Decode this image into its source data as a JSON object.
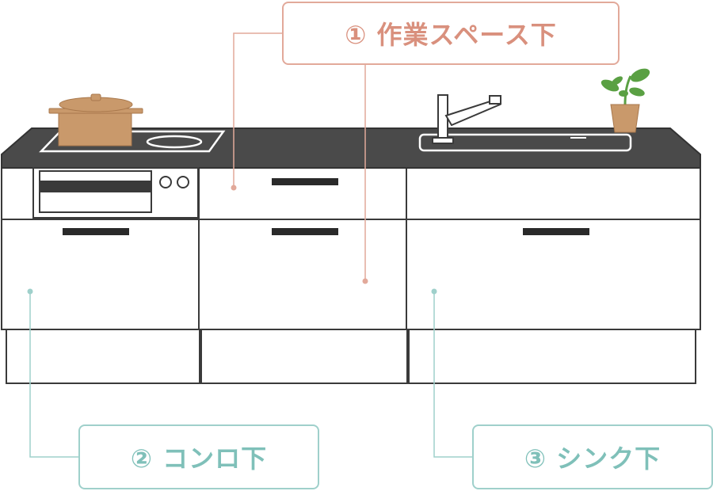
{
  "labels": {
    "work_space": "① 作業スペース下",
    "stove": "② コンロ下",
    "sink": "③ シンク下"
  },
  "colors": {
    "coral": "#e2a99a",
    "teal": "#9fd0cb",
    "countertop": "#4a4a4a",
    "outline": "#3a3a3a",
    "pot": "#c9996b",
    "plant": "#5aa043"
  },
  "icons": [
    "pot-icon",
    "faucet-icon",
    "plant-icon",
    "knob-icon"
  ]
}
